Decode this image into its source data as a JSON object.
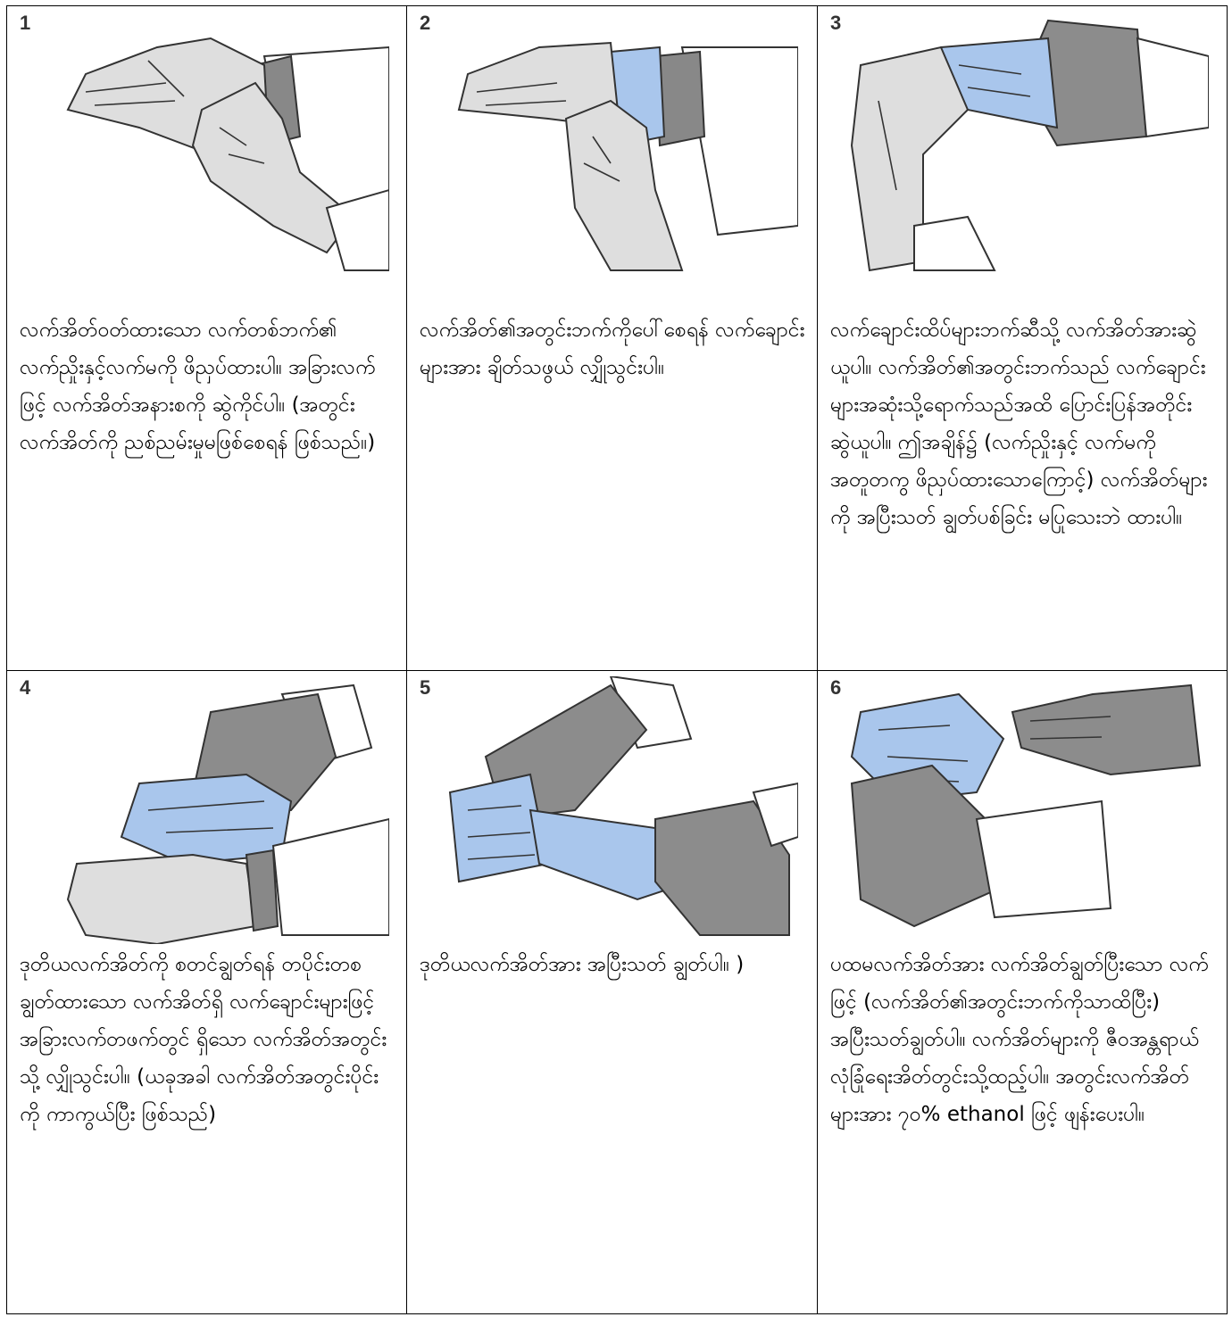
{
  "steps": [
    {
      "number": "1",
      "text": "လက်အိတ်ဝတ်ထားသော လက်တစ်ဘက်၏ လက်ညှိုးနှင့်လက်မကို ဖိညှပ်ထားပါ။ အခြားလက်ဖြင့် လက်အိတ်အနားစကို ဆွဲကိုင်ပါ။ (အတွင်းလက်အိတ်ကို ညစ်ညမ်းမှုမဖြစ်စေရန် ဖြစ်သည်။)"
    },
    {
      "number": "2",
      "text": "လက်အိတ်၏အတွင်းဘက်ကိုပေါ်စေရန် လက်ချောင်းများအား ချိတ်သဖွယ် လျှိုသွင်းပါ။"
    },
    {
      "number": "3",
      "text": "လက်ချောင်းထိပ်များဘက်ဆီသို့ လက်အိတ်အားဆွဲယူပါ။ လက်အိတ်၏အတွင်းဘက်သည် လက်ချောင်းများအဆုံးသို့ရောက်သည်အထိ ပြောင်းပြန်အတိုင်း ဆွဲယူပါ။ ဤအချိန်၌ (လက်ညှိုးနှင့် လက်မကို အတူတကွ ဖိညှပ်ထားသောကြောင့်) လက်အိတ်များကို အပြီးသတ် ချွတ်ပစ်ခြင်း မပြုသေးဘဲ ထားပါ။"
    },
    {
      "number": "4",
      "text": "ဒုတိယလက်အိတ်ကို စတင်ချွတ်ရန် တပိုင်းတစ ချွတ်ထားသော လက်အိတ်ရှိ လက်ချောင်းများဖြင့် အခြားလက်တဖက်တွင် ရှိသော လက်အိတ်အတွင်းသို့ လျှိုသွင်းပါ။ (ယခုအခါ လက်အိတ်အတွင်းပိုင်းကို ကာကွယ်ပြီး ဖြစ်သည်)"
    },
    {
      "number": "5",
      "text": "ဒုတိယလက်အိတ်အား အပြီးသတ် ချွတ်ပါ။ )"
    },
    {
      "number": "6",
      "text": "ပထမလက်အိတ်အား လက်အိတ်ချွတ်ပြီးသော လက်ဖြင့် (လက်အိတ်၏အတွင်းဘက်ကိုသာထိပြီး) အပြီးသတ်ချွတ်ပါ။ လက်အိတ်များကို ဇီဝအန္တရာယ်လုံခြုံရေးအိတ်တွင်းသို့ထည့်ပါ။ အတွင်းလက်အိတ်များအား ၇၀% ethanol ဖြင့် ဖျန်းပေးပါ။"
    }
  ]
}
